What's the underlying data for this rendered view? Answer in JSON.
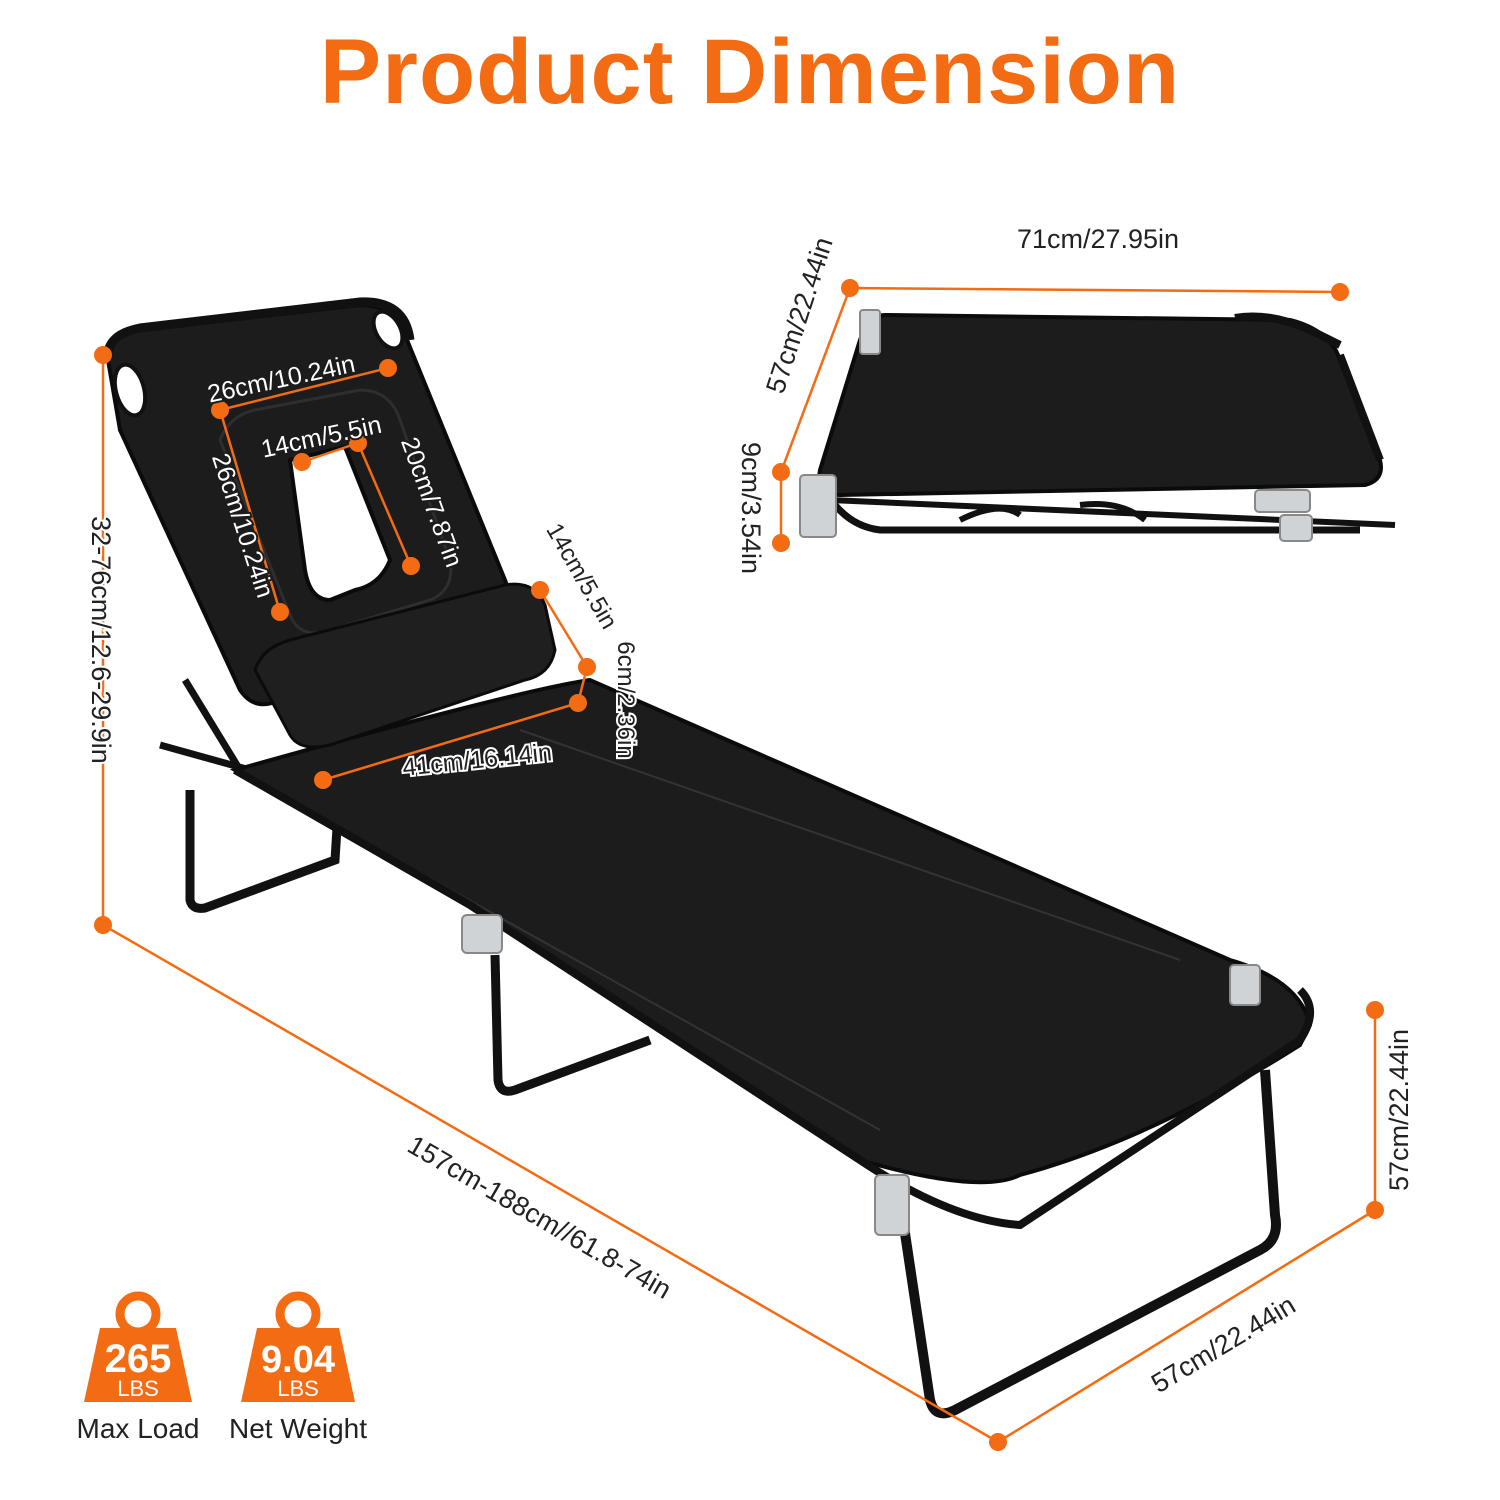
{
  "title": "Product Dimension",
  "colors": {
    "accent": "#f36b12",
    "chair": "#1c1c1c",
    "frame": "#111111",
    "label": "#222222"
  },
  "main_view": {
    "height_label": "32-76cm/12.6-29.9in",
    "length_label": "157cm-188cm//61.8-74in",
    "width_label": "57cm/22.44in",
    "seat_height_label": "57cm/22.44in",
    "headrest_width_label": "26cm/10.24in",
    "headrest_height_label": "26cm/10.24in",
    "face_hole_width_label": "14cm/5.5in",
    "face_hole_height_label": "20cm/7.87in",
    "pillow_depth_label": "14cm/5.5in",
    "pillow_thickness_label": "6cm/2.36in",
    "pillow_length_label": "41cm/16.14in"
  },
  "folded_view": {
    "length_label": "71cm/27.95in",
    "width_label": "57cm/22.44in",
    "thickness_label": "9cm/3.54in"
  },
  "badges": [
    {
      "value": "265",
      "unit": "LBS",
      "caption": "Max Load",
      "icon": "weight-icon"
    },
    {
      "value": "9.04",
      "unit": "LBS",
      "caption": "Net Weight",
      "icon": "weight-icon"
    }
  ]
}
